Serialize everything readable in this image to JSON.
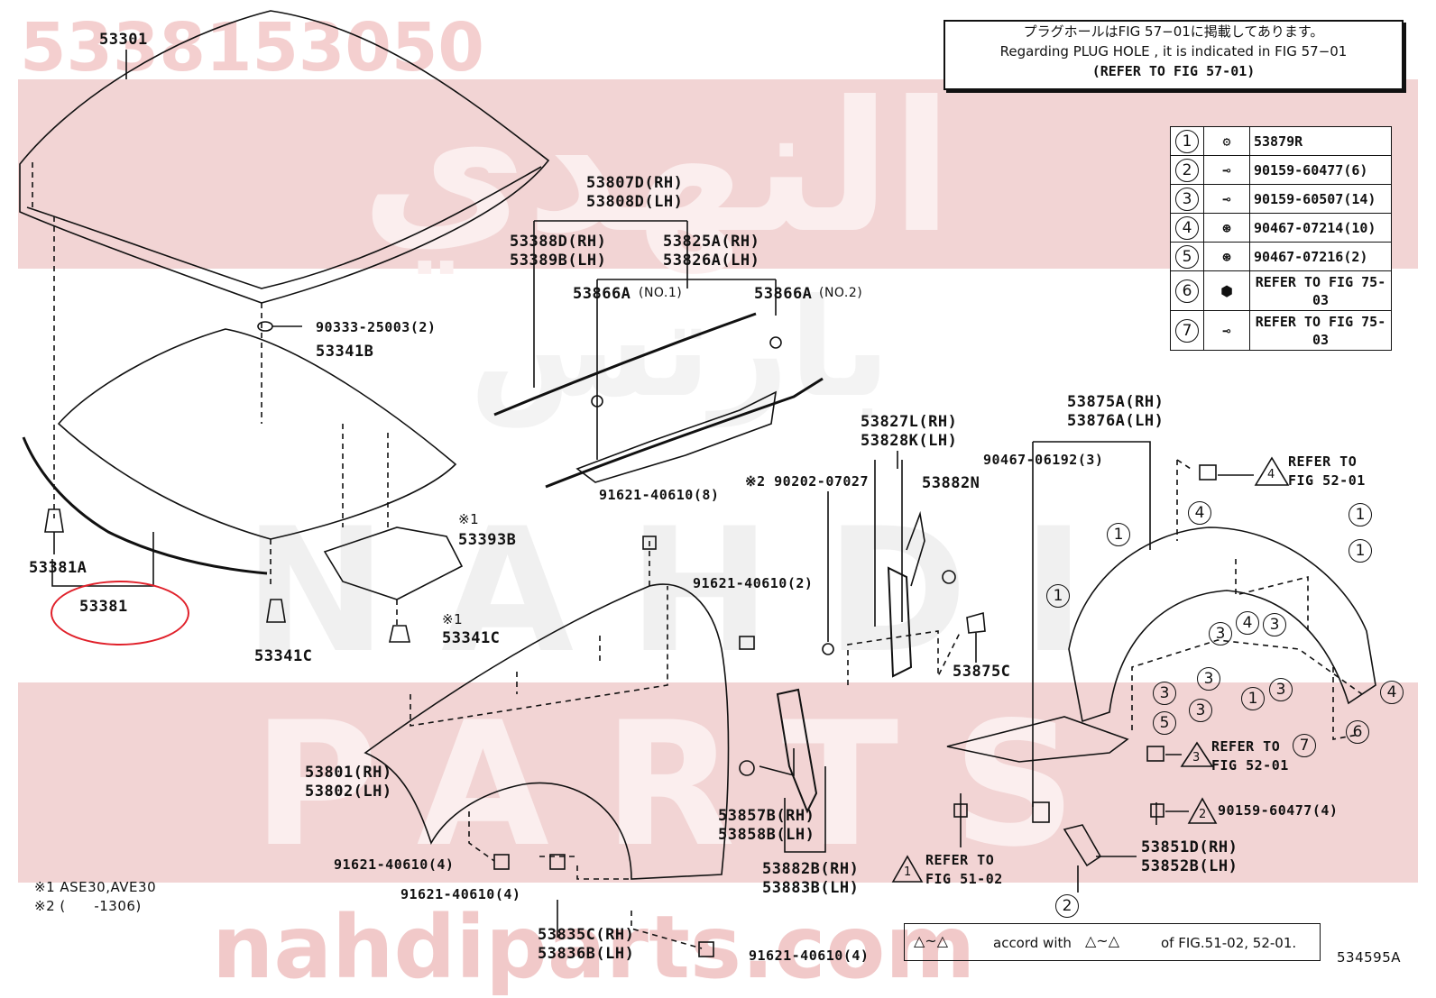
{
  "watermark": {
    "part_number": "5338153050",
    "arabic_top": "النهدي",
    "arabic_mid": "بارتس",
    "latin_brand_1": "NAHDI",
    "latin_brand_2": "PARTS",
    "domain": "nahdiparts.com"
  },
  "note": {
    "line_jp": "プラグホールはFIG 57−01に掲載してあります。",
    "line_en": "Regarding  PLUG  HOLE , it is indicated in FIG  57−01",
    "line_ref": "(REFER TO FIG 57-01)"
  },
  "parts_table": [
    {
      "num": "①",
      "part": "53879R"
    },
    {
      "num": "②",
      "part": "90159-60477(6)"
    },
    {
      "num": "③",
      "part": "90159-60507(14)"
    },
    {
      "num": "④",
      "part": "90467-07214(10)"
    },
    {
      "num": "⑤",
      "part": "90467-07216(2)"
    },
    {
      "num": "⑥",
      "part": "REFER TO FIG 75-03"
    },
    {
      "num": "⑦",
      "part": "REFER TO FIG 75-03"
    }
  ],
  "labels": {
    "hood": "53301",
    "screw_90333": "90333-25003(2)",
    "insulator_53341b": "53341B",
    "seal_53381a": "53381A",
    "seal_53381": "53381",
    "clip_53341c_left": "53341C",
    "note1_a": "※1",
    "cover_53393b": "53393B",
    "note1_b": "※1",
    "clip_53341c_right": "53341C",
    "cowl_rh_d": "53807D(RH)",
    "cowl_lh_d": "53808D(LH)",
    "seal_388_rh": "53388D(RH)",
    "seal_389_lh": "53389B(LH)",
    "seal_825_rh": "53825A(RH)",
    "seal_826_lh": "53826A(LH)",
    "clip_866_1": "53866A",
    "clip_866_1_sub": "(NO.1)",
    "clip_866_2": "53866A",
    "clip_866_2_sub": "(NO.2)",
    "bolt_91621_8": "91621-40610(8)",
    "bolt_91621_2": "91621-40610(2)",
    "fender_rh": "53801(RH)",
    "fender_lh": "53802(LH)",
    "bolt_91621_4a": "91621-40610(4)",
    "bolt_91621_4b": "91621-40610(4)",
    "bolt_91621_4c": "91621-40610(4)",
    "bracket_835_rh": "53835C(RH)",
    "bracket_836_lh": "53836B(LH)",
    "seal_827_rh": "53827L(RH)",
    "seal_828_lh": "53828K(LH)",
    "note2_screw": "※2 90202-07027",
    "pad_53882n": "53882N",
    "clip_53875c": "53875C",
    "bracket_857_rh": "53857B(RH)",
    "bracket_858_lh": "53858B(LH)",
    "seal_882b_rh": "53882B(RH)",
    "seal_883b_lh": "53883B(LH)",
    "liner_875_rh": "53875A(RH)",
    "liner_876_lh": "53876A(LH)",
    "screw_90467": "90467-06192(3)",
    "refer_52_top_a": "REFER TO",
    "refer_52_top_b": "FIG 52-01",
    "refer_52_mid_a": "REFER TO",
    "refer_52_mid_b": "FIG 52-01",
    "screw_90159_4": "90159-60477(4)",
    "splash_851_rh": "53851D(RH)",
    "splash_852_lh": "53852B(LH)",
    "refer_51_a": "REFER TO",
    "refer_51_b": "FIG 51-02",
    "footnote_1": "※1 ASE30,AVE30",
    "footnote_2": "※2 (      -1306)",
    "legend_accord": "accord with",
    "legend_of": "of FIG.51-02, 52-01.",
    "figure_id": "534595A"
  },
  "callouts": {
    "c1": "1",
    "c2": "2",
    "c3": "3",
    "c4": "4",
    "c5": "5",
    "c6": "6",
    "c7": "7"
  },
  "colors": {
    "ink": "#111111",
    "watermark": "#f2d4d4",
    "highlight": "#e0202a"
  }
}
